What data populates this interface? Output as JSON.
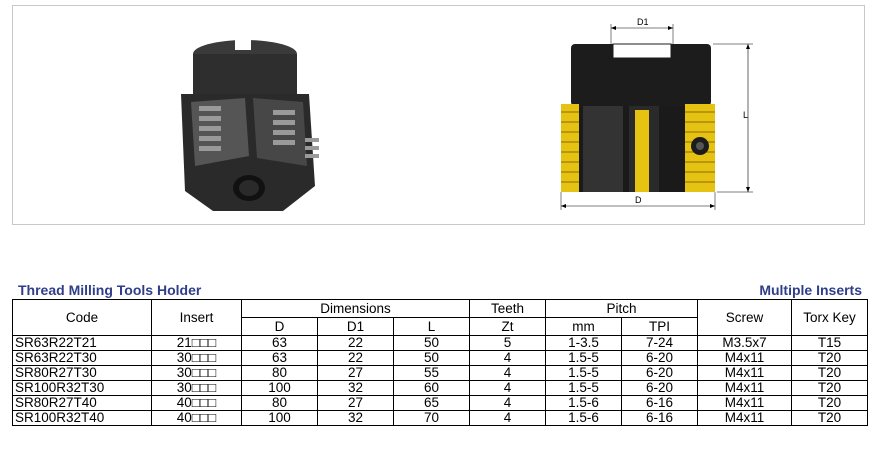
{
  "page": {
    "title_left": "Thread Milling Tools Holder",
    "title_right": "Multiple Inserts"
  },
  "drawing": {
    "label_d1": "D1",
    "label_l": "L",
    "label_d": "D"
  },
  "colors": {
    "title_blue": "#2f3e8a",
    "insert_gold": "#e6c212",
    "tool_body": "#2b2b2b"
  },
  "table": {
    "headers": {
      "code": "Code",
      "insert": "Insert",
      "dimensions": "Dimensions",
      "teeth": "Teeth",
      "pitch": "Pitch",
      "screw": "Screw",
      "torx_key": "Torx Key",
      "d": "D",
      "d1": "D1",
      "l": "L",
      "zt": "Zt",
      "mm": "mm",
      "tpi": "TPI"
    },
    "rows": [
      {
        "code": "SR63R22T21",
        "insert": "21□□□",
        "d": "63",
        "d1": "22",
        "l": "50",
        "zt": "5",
        "mm": "1-3.5",
        "tpi": "7-24",
        "screw": "M3.5x7",
        "torx": "T15"
      },
      {
        "code": "SR63R22T30",
        "insert": "30□□□",
        "d": "63",
        "d1": "22",
        "l": "50",
        "zt": "4",
        "mm": "1.5-5",
        "tpi": "6-20",
        "screw": "M4x11",
        "torx": "T20"
      },
      {
        "code": "SR80R27T30",
        "insert": "30□□□",
        "d": "80",
        "d1": "27",
        "l": "55",
        "zt": "4",
        "mm": "1.5-5",
        "tpi": "6-20",
        "screw": "M4x11",
        "torx": "T20"
      },
      {
        "code": "SR100R32T30",
        "insert": "30□□□",
        "d": "100",
        "d1": "32",
        "l": "60",
        "zt": "4",
        "mm": "1.5-5",
        "tpi": "6-20",
        "screw": "M4x11",
        "torx": "T20"
      },
      {
        "code": "SR80R27T40",
        "insert": "40□□□",
        "d": "80",
        "d1": "27",
        "l": "65",
        "zt": "4",
        "mm": "1.5-6",
        "tpi": "6-16",
        "screw": "M4x11",
        "torx": "T20"
      },
      {
        "code": "SR100R32T40",
        "insert": "40□□□",
        "d": "100",
        "d1": "32",
        "l": "70",
        "zt": "4",
        "mm": "1.5-6",
        "tpi": "6-16",
        "screw": "M4x11",
        "torx": "T20"
      }
    ]
  }
}
